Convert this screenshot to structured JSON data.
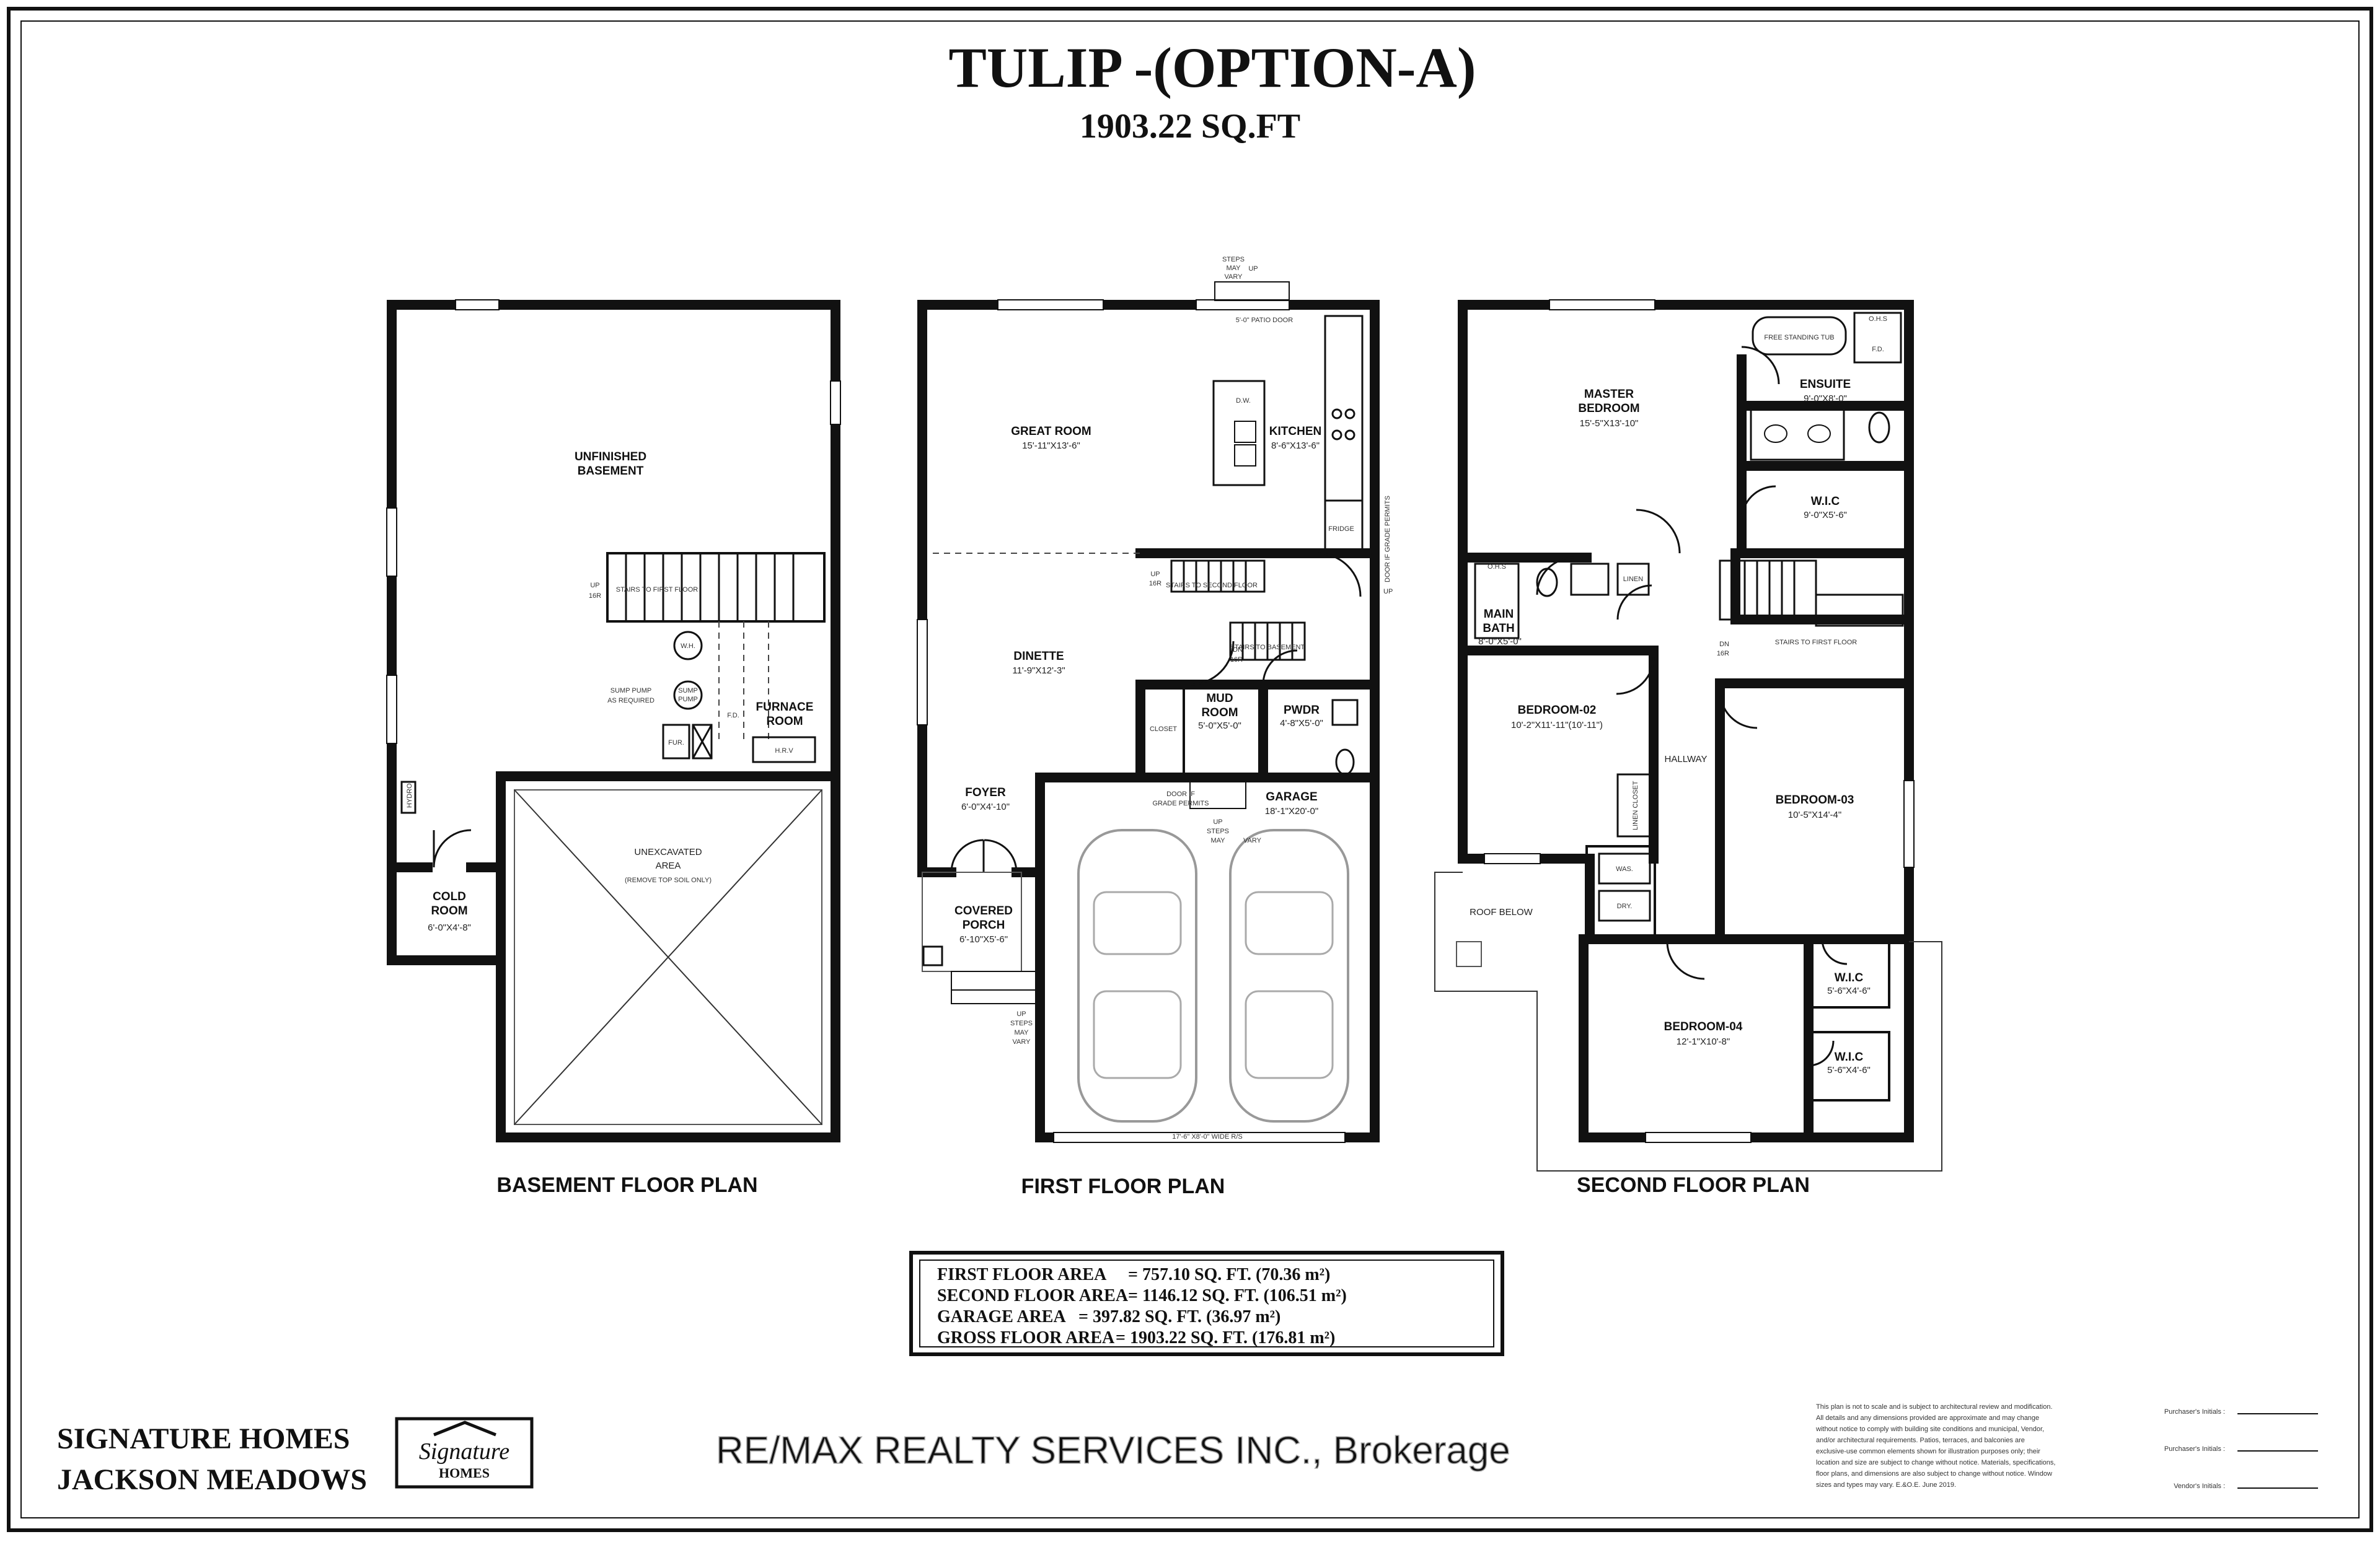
{
  "title": "TULIP -(OPTION-A)",
  "subtitle": "1903.22 SQ.FT",
  "plans": {
    "basement": {
      "title": "BASEMENT FLOOR PLAN",
      "rooms": {
        "unfinished_name": "UNFINISHED",
        "unfinished_name2": "BASEMENT",
        "furnace_name": "FURNACE",
        "furnace_name2": "ROOM",
        "cold_name": "COLD",
        "cold_name2": "ROOM",
        "cold_dim": "6'-0\"X4'-8\"",
        "unexcavated_name": "UNEXCAVATED",
        "unexcavated_name2": "AREA",
        "unexcavated_note": "(REMOVE TOP SOIL ONLY)"
      },
      "labels": {
        "wh": "W.H.",
        "sump_pump": "SUMP PUMP",
        "as_required": "AS REQUIRED",
        "sump": "SUMP",
        "pump": "PUMP",
        "fd": "F.D.",
        "fur": "FUR.",
        "hrv": "H.R.V",
        "up": "UP",
        "risers": "16R",
        "stairs": "STAIRS TO FIRST FLOOR",
        "meter": "HYDRO"
      }
    },
    "first": {
      "title": "FIRST FLOOR PLAN",
      "rooms": {
        "great_name": "GREAT ROOM",
        "great_dim": "15'-11\"X13'-6\"",
        "kitchen_name": "KITCHEN",
        "kitchen_dim": "8'-6\"X13'-6\"",
        "dinette_name": "DINETTE",
        "dinette_dim": "11'-9\"X12'-3\"",
        "mud_name": "MUD",
        "mud_name2": "ROOM",
        "mud_dim": "5'-0\"X5'-0\"",
        "pwdr_name": "PWDR",
        "pwdr_dim": "4'-8\"X5'-0\"",
        "foyer_name": "FOYER",
        "foyer_dim": "6'-0\"X4'-10\"",
        "garage_name": "GARAGE",
        "garage_dim": "18'-1\"X20'-0\"",
        "porch_name": "COVERED",
        "porch_name2": "PORCH",
        "porch_dim": "6'-10\"X5'-6\""
      },
      "labels": {
        "patio": "5'-0\" PATIO DOOR",
        "steps_top": "STEPS",
        "may_vary": "MAY",
        "vary": "VARY",
        "up": "UP",
        "dw": "D.W.",
        "fridge": "FRIDGE",
        "closet": "CLOSET",
        "door_if": "DOOR IF",
        "grade_permits": "GRADE PERMITS",
        "steps": "STEPS",
        "stairs_up": "STAIRS TO SECOND FLOOR",
        "stairs_dn": "STAIRS TO BASEMENT",
        "risers": "16R",
        "dn": "DN",
        "garage_door": "17'-6\" X8'-0\" WIDE R/S",
        "side_door": "DOOR IF GRADE PERMITS"
      }
    },
    "second": {
      "title": "SECOND FLOOR PLAN",
      "rooms": {
        "master_name": "MASTER",
        "master_name2": "BEDROOM",
        "master_dim": "15'-5\"X13'-10\"",
        "ensuite_name": "ENSUITE",
        "ensuite_dim": "9'-0\"X8'-0\"",
        "wic1_name": "W.I.C",
        "wic1_dim": "9'-0\"X5'-6\"",
        "bath_name": "MAIN",
        "bath_name2": "BATH",
        "bath_dim": "8'-0\"X5'-0\"",
        "bed2_name": "BEDROOM-02",
        "bed2_dim": "10'-2\"X11'-11\"(10'-11\")",
        "bed3_name": "BEDROOM-03",
        "bed3_dim": "10'-5\"X14'-4\"",
        "bed4_name": "BEDROOM-04",
        "bed4_dim": "12'-1\"X10'-8\"",
        "wic2_name": "W.I.C",
        "wic2_dim": "5'-6\"X4'-6\"",
        "wic3_name": "W.I.C",
        "wic3_dim": "5'-6\"X4'-6\"",
        "hallway": "HALLWAY",
        "roof": "ROOF BELOW"
      },
      "labels": {
        "ohs": "O.H.S",
        "fd": "F.D.",
        "tub": "FREE STANDING TUB",
        "linen": "LINEN",
        "linen_closet": "LINEN CLOSET",
        "was": "WAS.",
        "dry": "DRY.",
        "dn": "DN",
        "risers": "16R",
        "stairs": "STAIRS TO FIRST FLOOR"
      }
    }
  },
  "areas": [
    {
      "label": "FIRST FLOOR AREA",
      "value": "= 757.10 SQ. FT.  (70.36 m²)"
    },
    {
      "label": "SECOND FLOOR AREA",
      "value": "= 1146.12  SQ. FT.  (106.51 m²)"
    },
    {
      "label": "GARAGE AREA",
      "value": "= 397.82 SQ. FT.  (36.97 m²)"
    },
    {
      "label": "GROSS FLOOR AREA",
      "value": "= 1903.22 SQ. FT.  (176.81 m²)"
    }
  ],
  "builder": {
    "name": "SIGNATURE HOMES",
    "community": "JACKSON MEADOWS",
    "logo_text1": "Signature",
    "logo_text2": "HOMES"
  },
  "watermark": "RE/MAX REALTY SERVICES INC., Brokerage",
  "disclaimer": [
    "This plan is not to scale and is subject to architectural review and modification.",
    "All details and any dimensions provided are approximate and may change",
    "without notice to comply with building site conditions and municipal, Vendor,",
    "and/or architectural requirements. Patios, terraces, and balconies are",
    "exclusive-use common elements shown for illustration purposes only; their",
    "location and size are subject to change without notice. Materials, specifications,",
    "floor plans, and dimensions are also subject to change without notice. Window",
    "sizes and types may vary. E.&O.E. June 2019."
  ],
  "initials": [
    {
      "label": "Purchaser's Initials :"
    },
    {
      "label": "Purchaser's Initials :"
    },
    {
      "label": "Vendor's Initials :"
    }
  ]
}
